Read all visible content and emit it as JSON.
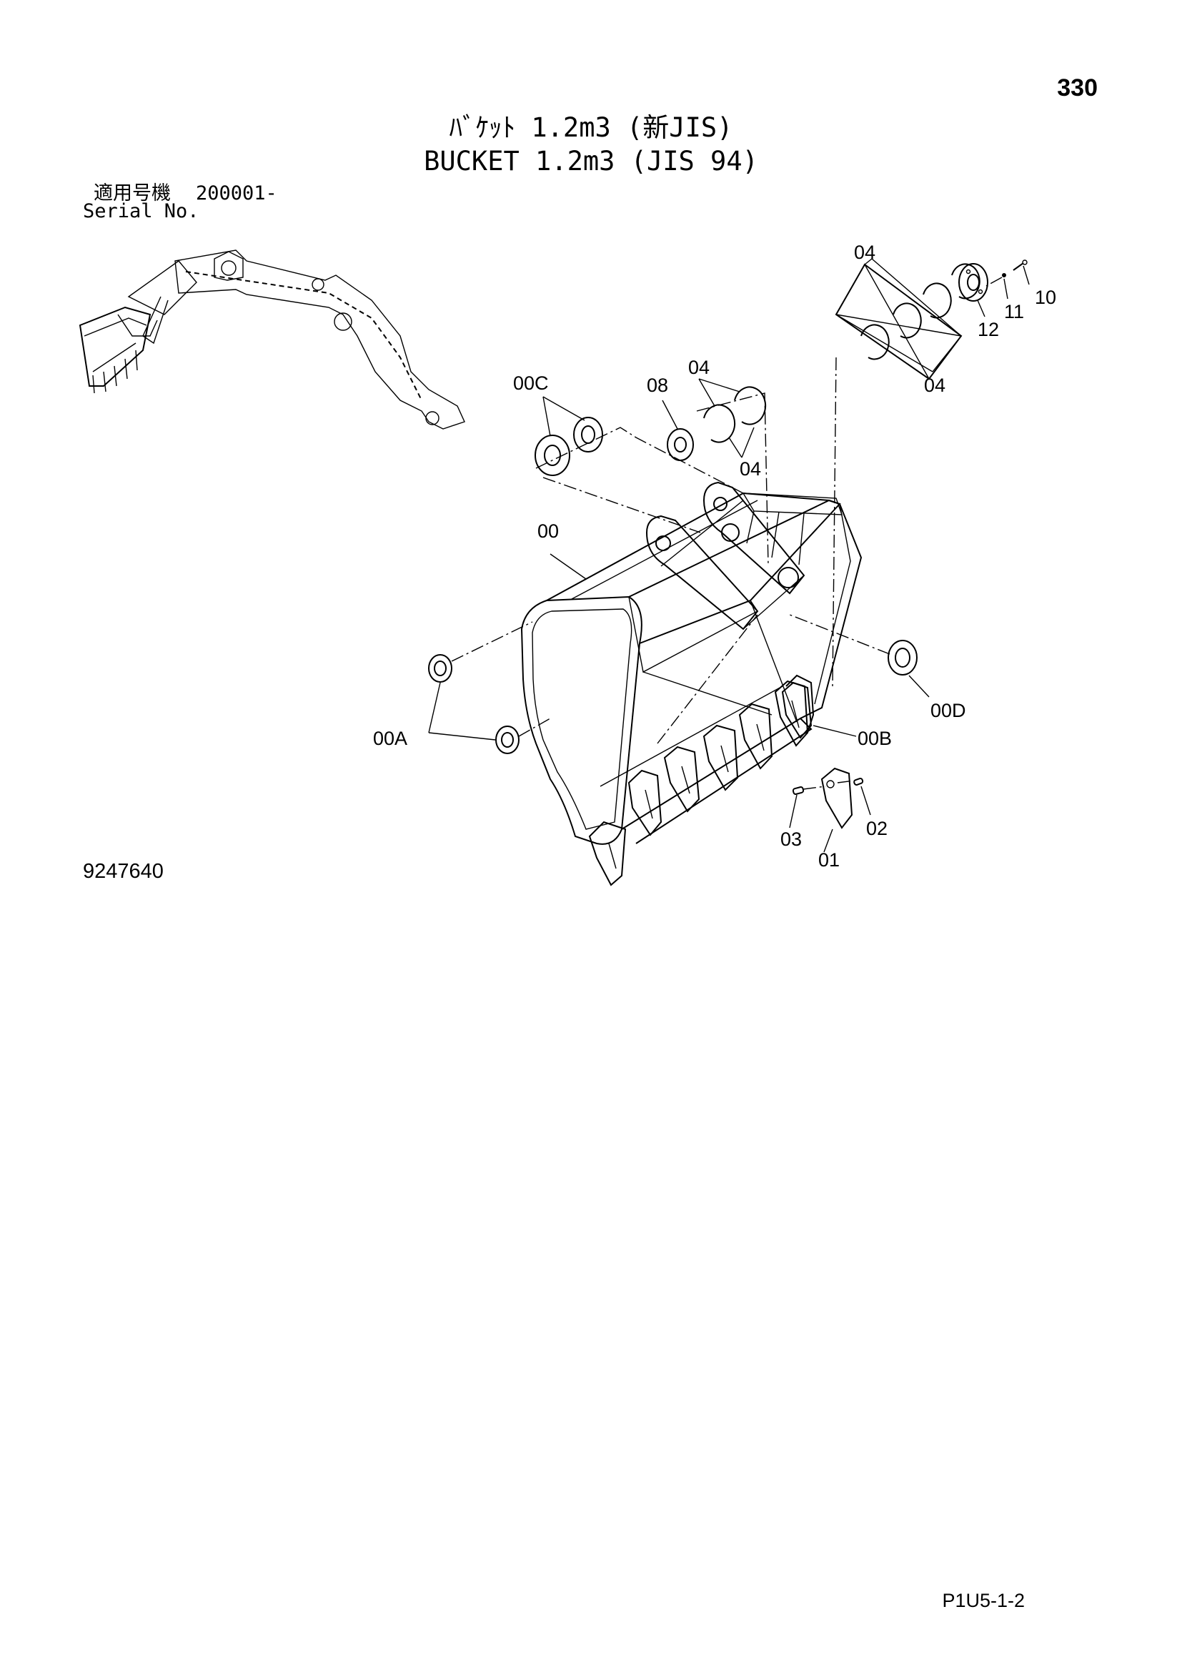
{
  "page": {
    "number": "330",
    "title_jp": "ﾊﾞｹｯﾄ 1.2m3 (新JIS)",
    "title_en": "BUCKET 1.2m3 (JIS 94)",
    "serial_label_jp": "適用号機",
    "serial_value": "200001-",
    "serial_label_en": "Serial No.",
    "figure_number": "9247640",
    "page_code": "P1U5-1-2"
  },
  "callouts": {
    "c00": "00",
    "c00A": "00A",
    "c00B": "00B",
    "c00C": "00C",
    "c00D": "00D",
    "c01": "01",
    "c02": "02",
    "c03": "03",
    "c04": "04",
    "c08": "08",
    "c10": "10",
    "c11": "11",
    "c12": "12"
  }
}
